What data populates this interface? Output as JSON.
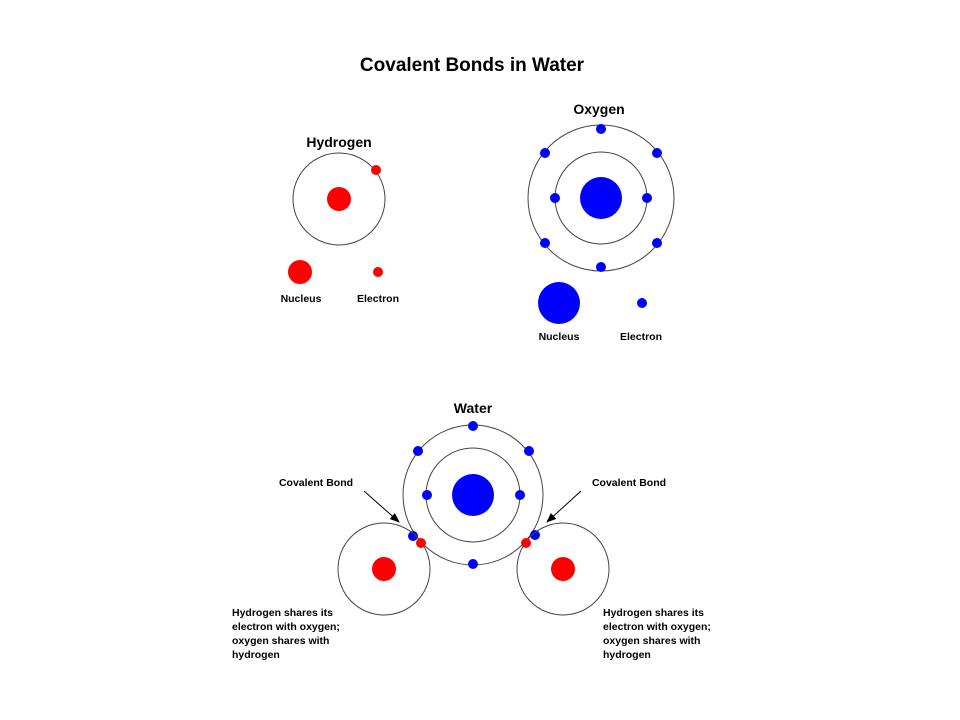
{
  "title": "Covalent Bonds in Water",
  "colors": {
    "hydrogen": "#ff0000",
    "oxygen": "#0000ff",
    "orbit": "#444444"
  },
  "hydrogen_panel": {
    "heading": "Hydrogen",
    "nucleus_label": "Nucleus",
    "electron_label": "Electron"
  },
  "oxygen_panel": {
    "heading": "Oxygen",
    "nucleus_label": "Nucleus",
    "electron_label": "Electron"
  },
  "water_panel": {
    "heading": "Water",
    "bond_left": "Covalent Bond",
    "bond_right": "Covalent Bond",
    "note_left": [
      "Hydrogen shares its",
      "electron with oxygen;",
      "oxygen shares with",
      "hydrogen"
    ],
    "note_right": [
      "Hydrogen shares its",
      "electron with oxygen;",
      "oxygen shares with",
      "hydrogen"
    ]
  }
}
